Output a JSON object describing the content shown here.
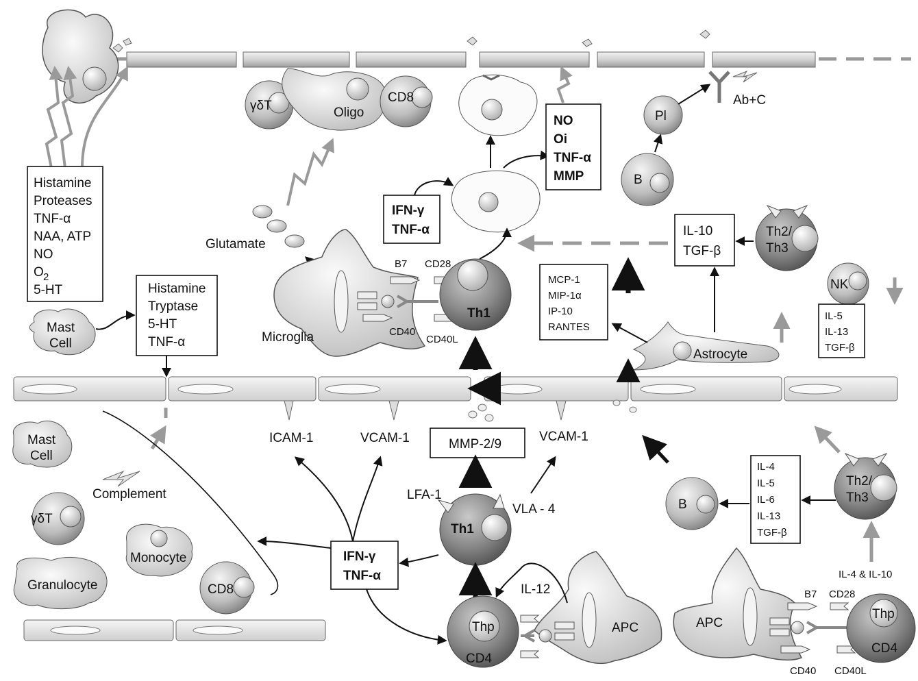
{
  "labels": {
    "gdT_top": "γδT",
    "oligo": "Oligo",
    "cd8_top": "CD8",
    "pl": "Pl",
    "ab_c": "Ab+C",
    "b_top": "B",
    "glutamate": "Glutamate",
    "microglia": "Microglia",
    "b7_top": "B7",
    "cd28_top": "CD28",
    "cd40_top": "CD40",
    "cd40l_top": "CD40L",
    "th1_top": "Th1",
    "th2_top_1": "Th2/",
    "th2_top_2": "Th3",
    "nk": "NK",
    "astrocyte": "Astrocyte",
    "mast_top_1": "Mast",
    "mast_top_2": "Cell",
    "mast_bot_1": "Mast",
    "mast_bot_2": "Cell",
    "complement": "Complement",
    "gdT_bot": "γδT",
    "monocyte": "Monocyte",
    "granulocyte": "Granulocyte",
    "cd8_bot": "CD8",
    "icam": "ICAM-1",
    "vcam_left": "VCAM-1",
    "vcam_right": "VCAM-1",
    "lfa": "LFA-1",
    "vla": "VLA - 4",
    "th1_mid": "Th1",
    "il12": "IL-12",
    "thp_left": "Thp",
    "cd4_left": "CD4",
    "apc_mid": "APC",
    "apc_right": "APC",
    "b7_bot": "B7",
    "cd28_bot": "CD28",
    "thp_right": "Thp",
    "cd4_right": "CD4",
    "cd40_bot": "CD40",
    "cd40l_bot": "CD40L",
    "b_right": "B",
    "th2_bot_1": "Th2/",
    "th2_bot_2": "Th3",
    "il4_il10": "IL-4 & IL-10"
  },
  "boxes": {
    "mast_mediators": [
      "Histamine",
      "Proteases",
      "TNF-α",
      "NAA, ATP",
      "NO",
      "O",
      "5-HT"
    ],
    "mast_mediators_sub": "2",
    "mast_granules": [
      "Histamine",
      "Tryptase",
      "5-HT",
      "TNF-α"
    ],
    "ifn_top": [
      "IFN-γ",
      "TNF-α"
    ],
    "no_box": [
      "NO",
      "Oi",
      "TNF-α",
      "MMP"
    ],
    "chemokines": [
      "MCP-1",
      "MIP-1α",
      "IP-10",
      "RANTES"
    ],
    "il10_box": [
      "IL-10",
      "TGF-β"
    ],
    "nk_box": [
      "IL-5",
      "IL-13",
      "TGF-β"
    ],
    "mmp_box": "MMP-2/9",
    "ifn_bot": [
      "IFN-γ",
      "TNF-α"
    ],
    "il4_box": [
      "IL-4",
      "IL-5",
      "IL-6",
      "IL-13",
      "TGF-β"
    ]
  }
}
